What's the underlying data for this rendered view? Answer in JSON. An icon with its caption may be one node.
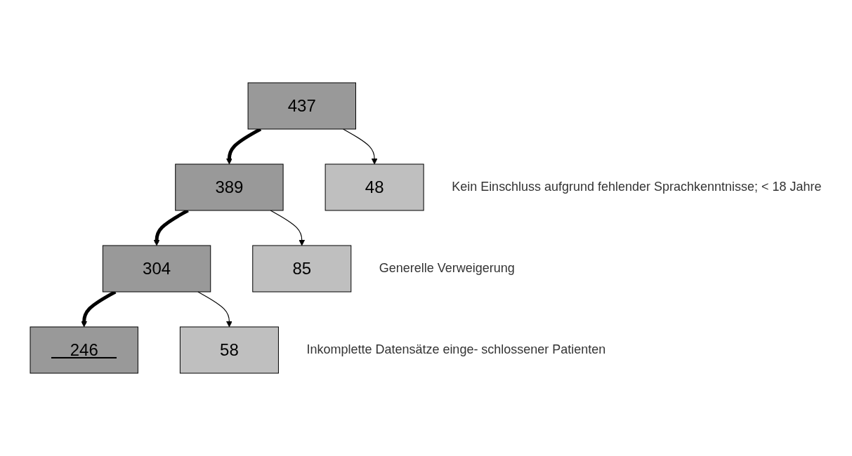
{
  "diagram": {
    "nodes": [
      {
        "text": [
          "437"
        ]
      },
      {
        "text": [
          "48"
        ],
        "beside": [
          "Kein Einschluss aufgrund fehlender Sprachkenntnisse; < 18 Jahre"
        ]
      },
      {
        "text": [
          "389"
        ]
      },
      {
        "text": [
          "85"
        ],
        "beside": [
          "Generelle Verweigerung"
        ]
      },
      {
        "text": [
          "304"
        ]
      },
      {
        "text": [
          "58"
        ],
        "beside": [
          "Inkomplette Datensätze einge- schlossener Patienten"
        ]
      },
      {
        "text": [
          "246"
        ]
      }
    ],
    "edges": [
      {
        "from": 0,
        "to": 2,
        "arrow": "to",
        "style": "thick"
      },
      {
        "from": 0,
        "to": 1,
        "arrow": "to"
      },
      {
        "from": 2,
        "to": 4,
        "arrow": "to",
        "style": "thick"
      },
      {
        "from": 2,
        "to": 3,
        "arrow": "to"
      },
      {
        "from": 4,
        "to": 6,
        "arrow": "to",
        "style": "thick"
      },
      {
        "from": 4,
        "to": 5,
        "arrow": "to"
      }
    ]
  }
}
